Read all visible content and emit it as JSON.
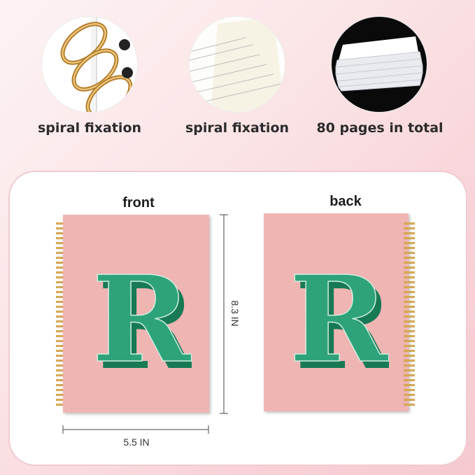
{
  "features": [
    {
      "caption": "spiral fixation",
      "icon": "spiral-binding-closeup"
    },
    {
      "caption": "spiral fixation",
      "icon": "lined-page-closeup"
    },
    {
      "caption": "80 pages in total",
      "icon": "page-stack-closeup"
    }
  ],
  "views": {
    "front_label": "front",
    "back_label": "back"
  },
  "dimensions": {
    "height": "8.3 IN",
    "width": "5.5 IN"
  },
  "cover": {
    "monogram": "R",
    "cover_color": "#efb5b3",
    "letter_color": "#2ea37a",
    "letter_shadow_color": "#177a55",
    "coil_color": "#c7923a"
  }
}
